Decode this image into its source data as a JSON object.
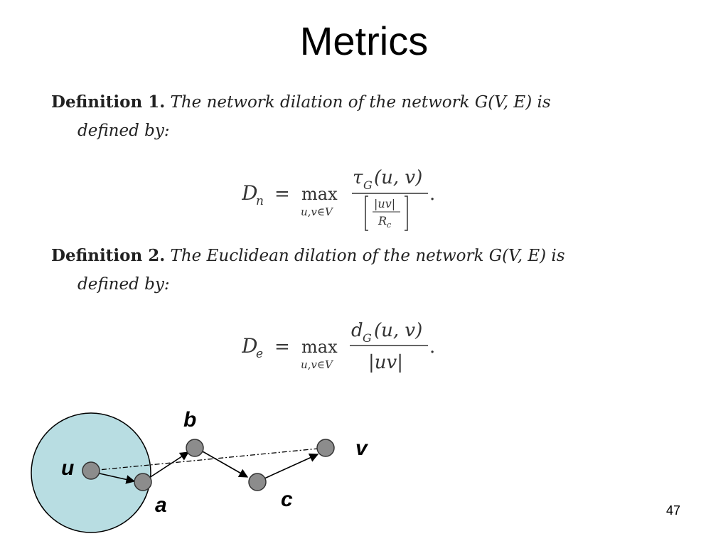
{
  "slide": {
    "title": "Metrics",
    "page_number": "47"
  },
  "definitions": [
    {
      "label": "Definition 1.",
      "text_line1": "The network dilation of the network G(V, E) is",
      "text_line2": "defined by:",
      "formula": {
        "lhs": "D",
        "lhs_sub": "n",
        "op": "=",
        "max": "max",
        "max_sub": "u,v∈V",
        "numerator": "τ",
        "numerator_sub": "G",
        "numerator_args": "(u, v)",
        "denominator_top": "|uv|",
        "denominator_bottom": "R",
        "denominator_bottom_sub": "c",
        "end": "."
      }
    },
    {
      "label": "Definition 2.",
      "text_line1": "The Euclidean dilation of the network G(V, E) is",
      "text_line2": "defined by:",
      "formula": {
        "lhs": "D",
        "lhs_sub": "e",
        "op": "=",
        "max": "max",
        "max_sub": "u,v∈V",
        "numerator": "d",
        "numerator_sub": "G",
        "numerator_args": "(u, v)",
        "denominator": "|uv|",
        "end": "."
      }
    }
  ],
  "diagram": {
    "labels": {
      "u": "u",
      "a": "a",
      "b": "b",
      "c": "c",
      "v": "v"
    },
    "colors": {
      "range_fill": "#b8dde2",
      "node_fill": "#8c8c8c",
      "edge": "#000000"
    }
  }
}
